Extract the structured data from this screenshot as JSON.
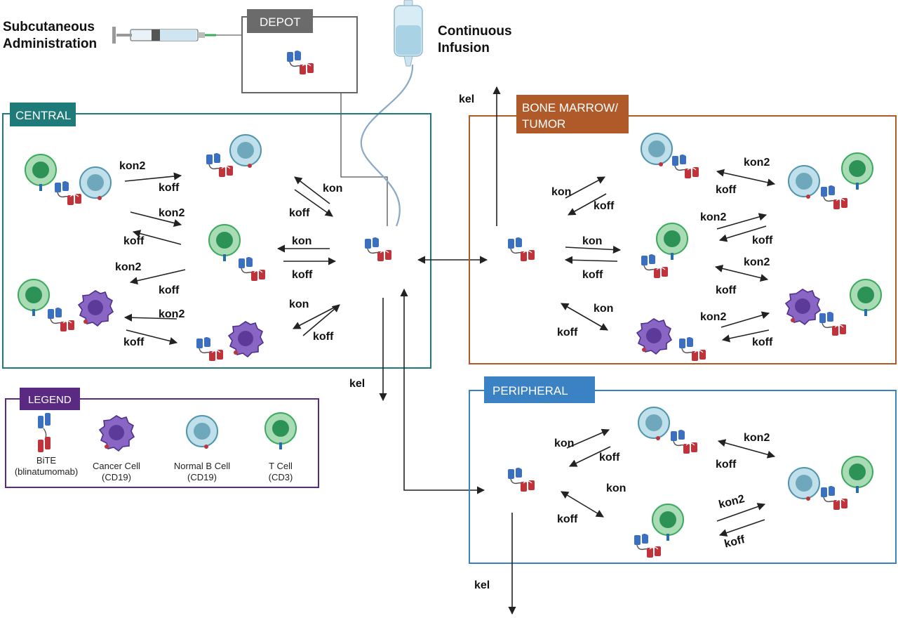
{
  "inputs": {
    "subcutaneous_line1": "Subcutaneous",
    "subcutaneous_line2": "Administration",
    "infusion_line1": "Continuous",
    "infusion_line2": "Infusion"
  },
  "compartments": {
    "depot": {
      "label": "DEPOT",
      "color": "#6b6b6b"
    },
    "central": {
      "label": "CENTRAL",
      "color": "#1f7a7a"
    },
    "bone_marrow": {
      "label_line1": "BONE MARROW/",
      "label_line2": "TUMOR",
      "color": "#b05a2a"
    },
    "peripheral": {
      "label": "PERIPHERAL",
      "color": "#3b82c4"
    },
    "legend": {
      "label": "LEGEND",
      "color": "#5a2a82"
    }
  },
  "rates": {
    "kon": "kon",
    "koff": "koff",
    "kon2": "kon2",
    "kel": "kel"
  },
  "legend_items": [
    {
      "name_line1": "BiTE",
      "name_line2": "(blinatumomab)"
    },
    {
      "name_line1": "Cancer Cell",
      "name_line2": "(CD19)"
    },
    {
      "name_line1": "Normal B Cell",
      "name_line2": "(CD19)"
    },
    {
      "name_line1": "T Cell",
      "name_line2": "(CD3)"
    }
  ],
  "colors": {
    "bite_blue": "#3b6fc0",
    "bite_red": "#c0333a",
    "tcell": "#3aaa5c",
    "tcell_fill": "#a9dcb5",
    "bcell": "#4e95ad",
    "bcell_fill": "#bfe0ea",
    "cancer": "#4e2f8e",
    "cancer_fill": "#8a66c4"
  }
}
